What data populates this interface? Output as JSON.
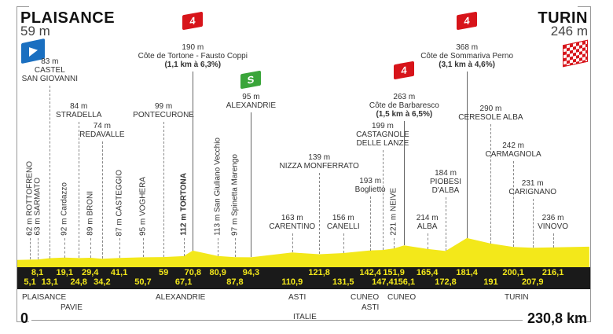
{
  "start": {
    "name": "PLAISANCE",
    "altitude": "59 m",
    "icon": "start-flag-icon"
  },
  "finish": {
    "name": "TURIN",
    "altitude": "246 m",
    "icon": "checkered-flag-icon"
  },
  "distance": {
    "start": "0",
    "end": "230,8 km"
  },
  "colors": {
    "profile": "#f3e81a",
    "band": "#1a1a1a",
    "climb": "#d7141a",
    "sprint": "#3aa53a",
    "start": "#1a6fc0"
  },
  "markers": [
    {
      "km": 5.1,
      "km_label": "5,1",
      "alt": 62,
      "text": "62 m ROTTOFRENO"
    },
    {
      "km": 8.1,
      "km_label": "8,1",
      "alt": 63,
      "text": "63 m SARMATO"
    },
    {
      "km": 13.1,
      "km_label": "13,1",
      "alt": 83,
      "text": "83 m",
      "name": "CASTEL",
      "name2": "SAN GIOVANNI"
    },
    {
      "km": 19.1,
      "km_label": "19,1",
      "alt": 92,
      "text": "92 m Cardazzo"
    },
    {
      "km": 24.8,
      "km_label": "24,8",
      "alt": 84,
      "text": "84 m",
      "name": "STRADELLA"
    },
    {
      "km": 29.4,
      "km_label": "29,4",
      "alt": 89,
      "text": "89 m BRONI"
    },
    {
      "km": 34.2,
      "km_label": "34,2",
      "alt": 74,
      "text": "74 m",
      "name": "REDAVALLE"
    },
    {
      "km": 41.1,
      "km_label": "41,1",
      "alt": 87,
      "text": "87 m CASTEGGIO"
    },
    {
      "km": 50.7,
      "km_label": "50,7",
      "alt": 95,
      "text": "95 m VOGHERA"
    },
    {
      "km": 59,
      "km_label": "59",
      "alt": 99,
      "text": "99 m",
      "name": "PONTECURONE"
    },
    {
      "km": 67.1,
      "km_label": "67,1",
      "alt": 112,
      "text": "112 m TORTONA"
    },
    {
      "km": 70.8,
      "km_label": "70,8",
      "alt": 190,
      "text": "190 m",
      "name": "Côte de Tortone - Fausto Coppi",
      "name2": "(1,1 km à 6,3%)",
      "category": "4"
    },
    {
      "km": 80.9,
      "km_label": "80,9",
      "alt": 113,
      "text": "113 m San Giuliano Vecchio"
    },
    {
      "km": 87.8,
      "km_label": "87,8",
      "alt": 97,
      "text": "97 m Spinetta Marengo"
    },
    {
      "km": 94.3,
      "km_label": "94,3",
      "alt": 95,
      "text": "95 m",
      "name": "ALEXANDRIE",
      "category": "S"
    },
    {
      "km": 110.9,
      "km_label": "110,9",
      "alt": 163,
      "text": "163 m",
      "name": "CARENTINO"
    },
    {
      "km": 121.8,
      "km_label": "121,8",
      "alt": 139,
      "text": "139 m",
      "name": "NIZZA MONFERRATO"
    },
    {
      "km": 131.5,
      "km_label": "131,5",
      "alt": 156,
      "text": "156 m",
      "name": "CANELLI"
    },
    {
      "km": 142.4,
      "km_label": "142,4",
      "alt": 193,
      "text": "193 m",
      "name": "Boglietto"
    },
    {
      "km": 147.4,
      "km_label": "147,4",
      "alt": 199,
      "text": "199 m",
      "name": "CASTAGNOLE",
      "name2": "DELLE LANZE"
    },
    {
      "km": 151.9,
      "km_label": "151,9",
      "alt": 221,
      "text": "221 m NEIVE"
    },
    {
      "km": 156.1,
      "km_label": "156,1",
      "alt": 263,
      "text": "263 m",
      "name": "Côte de Barbaresco",
      "name2": "(1,5 km à 6,5%)",
      "category": "4"
    },
    {
      "km": 165.4,
      "km_label": "165,4",
      "alt": 214,
      "text": "214 m",
      "name": "ALBA"
    },
    {
      "km": 172.8,
      "km_label": "172,8",
      "alt": 184,
      "text": "184 m",
      "name": "PIOBESI",
      "name2": "D'ALBA"
    },
    {
      "km": 181.4,
      "km_label": "181,4",
      "alt": 368,
      "text": "368 m",
      "name": "Côte de Sommariva Perno",
      "name2": "(3,1 km à 4,6%)",
      "category": "4"
    },
    {
      "km": 191,
      "km_label": "191",
      "alt": 290,
      "text": "290 m",
      "name": "CERESOLE ALBA"
    },
    {
      "km": 200.1,
      "km_label": "200,1",
      "alt": 242,
      "text": "242 m",
      "name": "CARMAGNOLA"
    },
    {
      "km": 207.9,
      "km_label": "207,9",
      "alt": 231,
      "text": "231 m",
      "name": "CARIGNANO"
    },
    {
      "km": 216.1,
      "km_label": "216,1",
      "alt": 236,
      "text": "236 m",
      "name": "VINOVO"
    }
  ],
  "towns": [
    "PLAISANCE",
    "PAVIE",
    "ALEXANDRIE",
    "ASTI",
    "CUNEO",
    "ASTI",
    "CUNEO",
    "TURIN"
  ],
  "country": "ITALIE"
}
